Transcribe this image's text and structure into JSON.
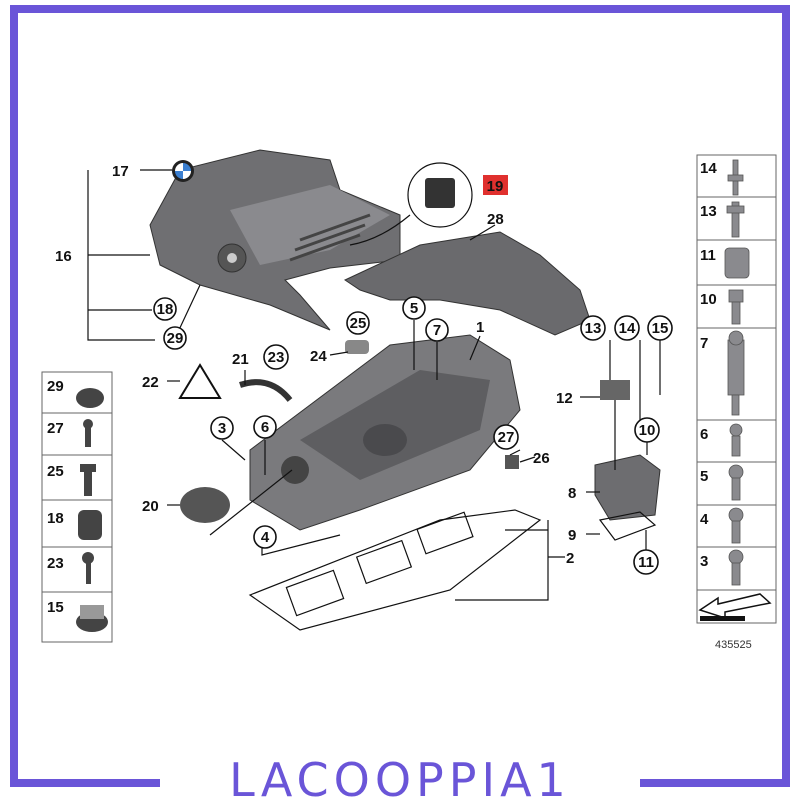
{
  "frame": {
    "brand_text": "LACOOPPIA1",
    "frame_color": "#6a55d8"
  },
  "diagram": {
    "reference_number": "435525",
    "highlight_color": "#e0302e",
    "callouts": {
      "c17": "17",
      "c16": "16",
      "c18": "18",
      "c29": "29",
      "c19": "19",
      "c28": "28",
      "c25": "25",
      "c5": "5",
      "c7": "7",
      "c1": "1",
      "c24": "24",
      "c21": "21",
      "c23": "23",
      "c22": "22",
      "c13": "13",
      "c14": "14",
      "c15": "15",
      "c12": "12",
      "c3": "3",
      "c6": "6",
      "c27": "27",
      "c26": "26",
      "c10": "10",
      "c8": "8",
      "c20": "20",
      "c4": "4",
      "c9": "9",
      "c11": "11",
      "c2": "2"
    },
    "left_parts": [
      "29",
      "27",
      "25",
      "18",
      "23",
      "15"
    ],
    "right_parts": [
      "14",
      "13",
      "11",
      "10",
      "7",
      "6",
      "5",
      "4",
      "3"
    ]
  }
}
